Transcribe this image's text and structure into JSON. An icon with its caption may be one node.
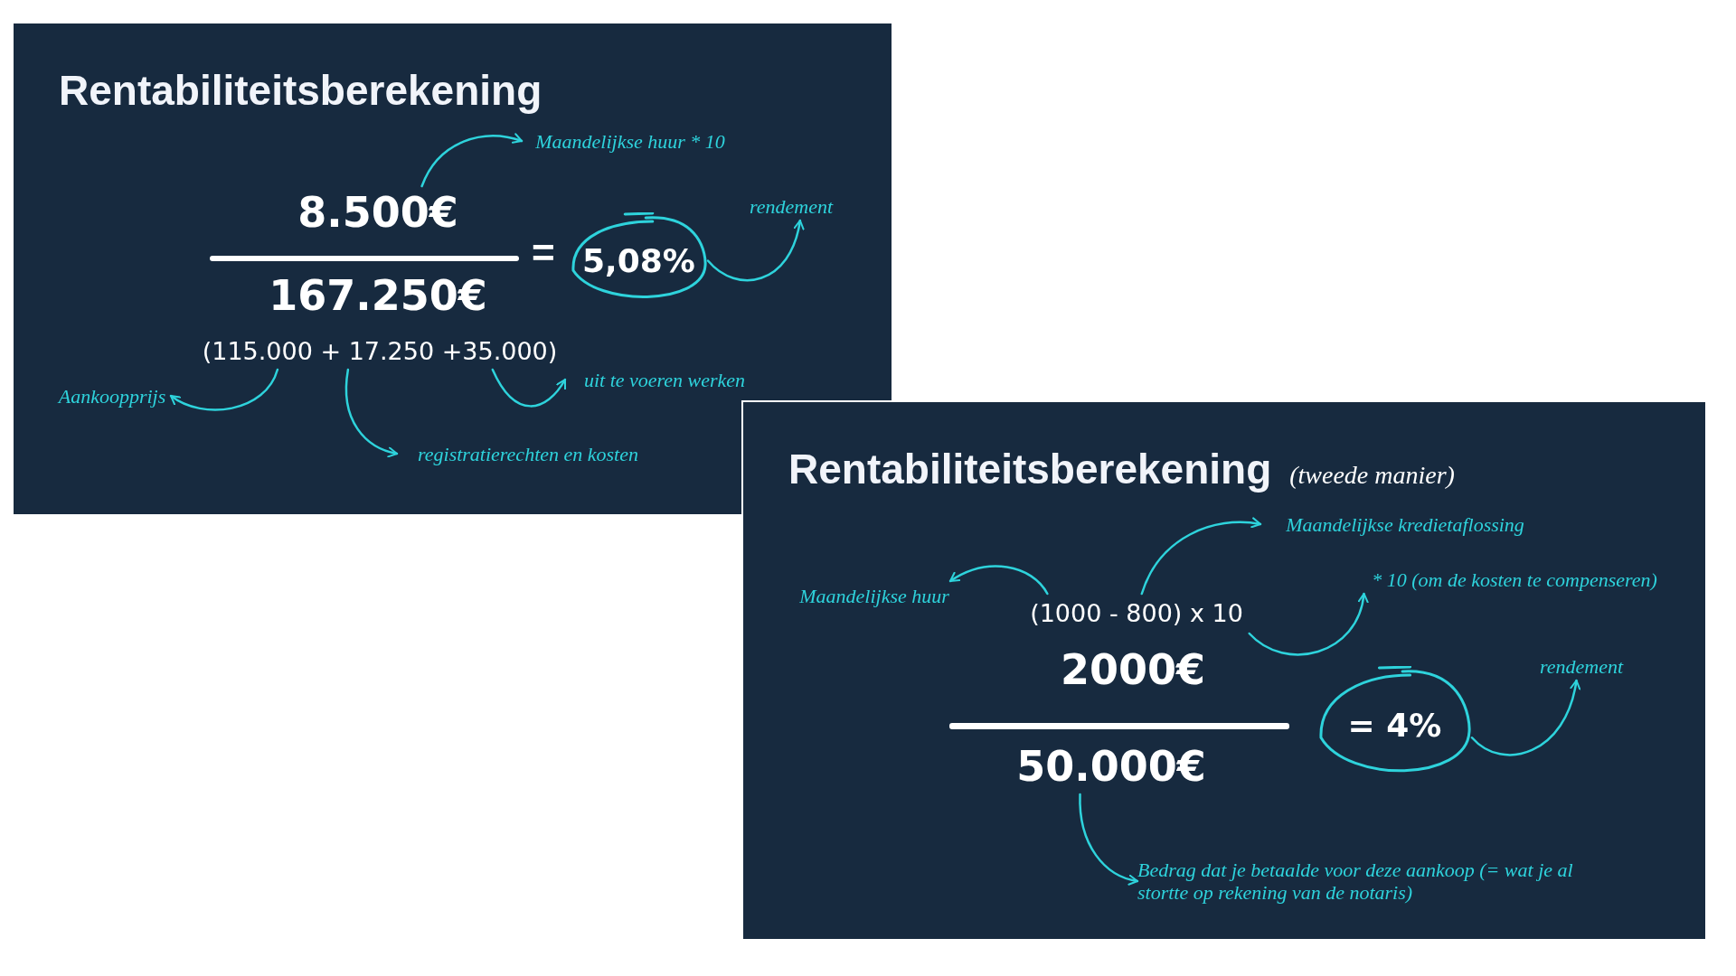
{
  "diagram": {
    "nodes": [
      {
        "text": [
          "Rentabiliteitsberekening"
        ]
      },
      {
        "text": [
          "8.500€"
        ],
        "in": 0
      },
      {
        "text": [
          "Maandelijkse huur * 10"
        ],
        "in": 0
      },
      {
        "text": [
          "167.250€"
        ],
        "in": 0
      },
      {
        "text": [
          "5,08%"
        ],
        "in": 0
      },
      {
        "text": [
          "rendement"
        ],
        "in": 0
      },
      {
        "text": [
          "(115.000 + 17.250 +35.000)"
        ],
        "in": 0
      },
      {
        "text": [
          "Aankoopprijs"
        ],
        "in": 0
      },
      {
        "text": [
          "uit te voeren werken"
        ],
        "in": 0
      },
      {
        "text": [
          "registratierechten en kosten"
        ],
        "in": 0
      },
      {
        "text": [
          "Rentabiliteitsberekening",
          "(tweede manier)"
        ]
      },
      {
        "text": [
          "Maandelijkse huur"
        ],
        "in": 10
      },
      {
        "text": [
          "(1000 - 800) x 10"
        ],
        "in": 10
      },
      {
        "text": [
          "Maandelijkse kredietaflossing"
        ],
        "in": 10
      },
      {
        "text": [
          "* 10 (om de kosten te compenseren)"
        ],
        "in": 10
      },
      {
        "text": [
          "2000€"
        ],
        "in": 10
      },
      {
        "text": [
          "50.000€"
        ],
        "in": 10
      },
      {
        "text": [
          "= 4%"
        ],
        "in": 10
      },
      {
        "text": [
          "rendement"
        ],
        "in": 10
      },
      {
        "text": [
          "Bedrag dat je betaalde voor deze aankoop (= wat je al stortte op rekening van de notaris)"
        ],
        "in": 10
      }
    ],
    "edges": [
      {
        "from": 1,
        "to": 2,
        "arrow": "to"
      },
      {
        "from": 4,
        "to": 5,
        "arrow": "to"
      },
      {
        "from": 6,
        "to": 7,
        "arrow": "to"
      },
      {
        "from": 6,
        "to": 9,
        "arrow": "to"
      },
      {
        "from": 6,
        "to": 8,
        "arrow": "to"
      },
      {
        "from": 12,
        "to": 11,
        "arrow": "to"
      },
      {
        "from": 12,
        "to": 13,
        "arrow": "to"
      },
      {
        "from": 12,
        "to": 14,
        "arrow": "to"
      },
      {
        "from": 17,
        "to": 18,
        "arrow": "to"
      },
      {
        "from": 16,
        "to": 19,
        "arrow": "to"
      }
    ],
    "labels": [
      "="
    ]
  }
}
